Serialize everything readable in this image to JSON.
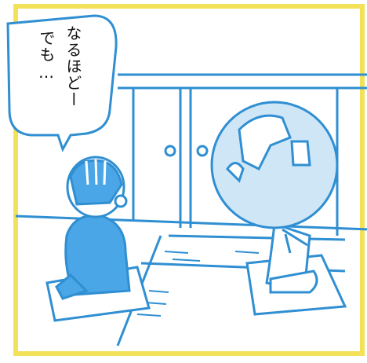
{
  "speech_bubble": {
    "line1": "なるほどー",
    "line2": "でも…"
  },
  "colors": {
    "frame": "#f3e15a",
    "ink": "#2f8fd2",
    "fill": "#4aa6e6",
    "paper": "#ffffff",
    "text": "#111111"
  },
  "scene": {
    "characters": [
      "bald-man-with-glasses",
      "globe-headed-figure"
    ],
    "setting": "japanese-room-with-shoji-and-cushions"
  }
}
